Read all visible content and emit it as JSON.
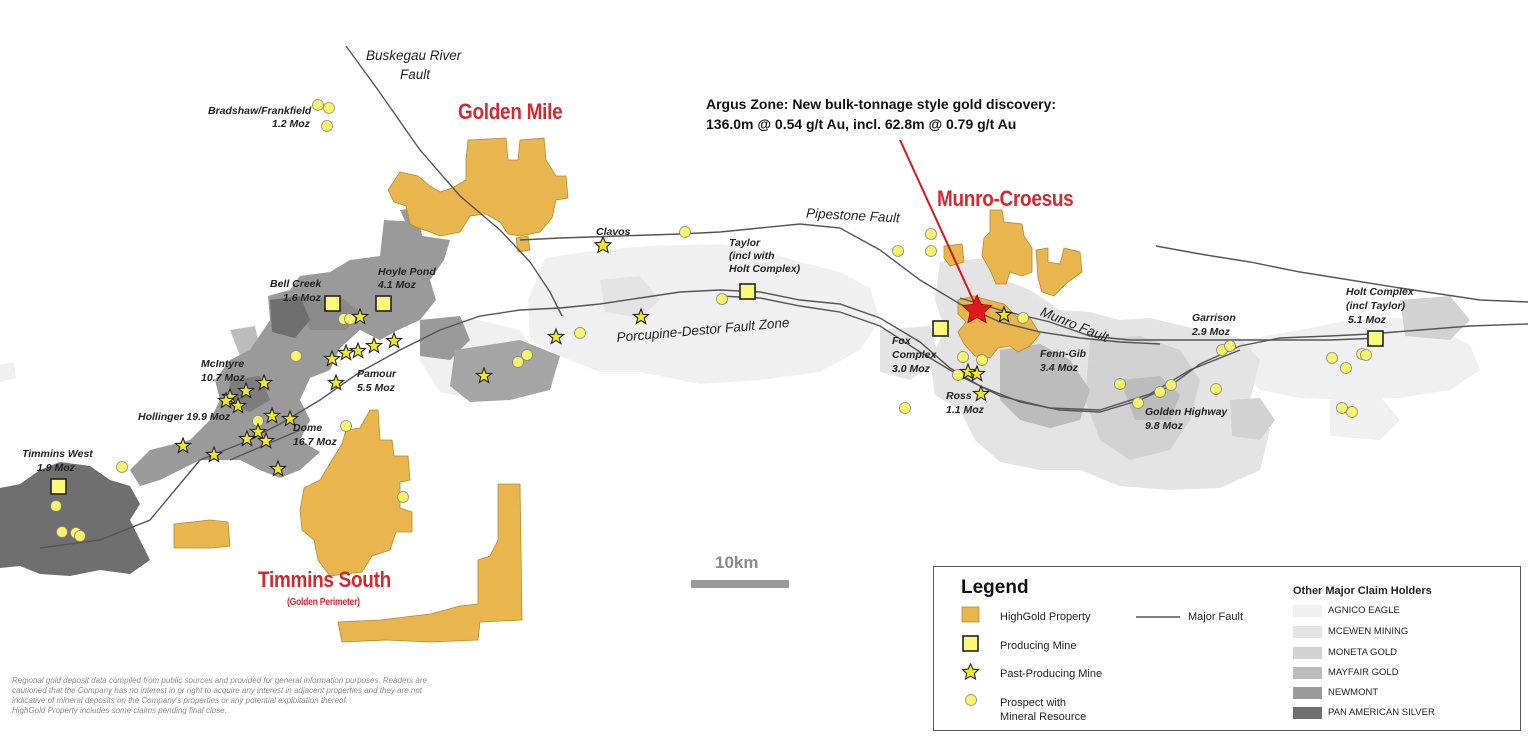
{
  "colors": {
    "highgold": "#e8b54f",
    "highgold_stroke": "#b98a2a",
    "producing_fill": "#fdf77a",
    "prospect_fill": "#f9f26b",
    "star_fill": "#f3ea1e",
    "discovery_star": "#e0181e",
    "region_text": "#d6282f",
    "fault": "#555555",
    "agnico_eagle": "#f0f0f0",
    "mcewen_mining": "#e4e4e4",
    "moneta_gold": "#d2d2d2",
    "mayfair_gold": "#bcbcbc",
    "newmont": "#9a9a9a",
    "pan_american_silver": "#6f6f6f"
  },
  "regions": {
    "golden_mile": "Golden Mile",
    "munro_croesus": "Munro-Croesus",
    "timmins_south": "Timmins South",
    "timmins_south_sub": "(Golden Perimeter)"
  },
  "callout": {
    "line1": "Argus Zone: New bulk-tonnage style gold discovery:",
    "line2": "136.0m @ 0.54 g/t Au, incl. 62.8m @ 0.79 g/t Au"
  },
  "faults": {
    "buskegau_1": "Buskegau River",
    "buskegau_2": "Fault",
    "pipestone": "Pipestone Fault",
    "munro": "Munro Fault",
    "porcupine": "Porcupine-Destor Fault Zone"
  },
  "deposits": {
    "bradshaw_name": "Bradshaw/Frankfield",
    "bradshaw_moz": "1.2 Moz",
    "clavos": "Clavos",
    "taylor_1": "Taylor",
    "taylor_2": "(incl with",
    "taylor_3": "Holt Complex)",
    "bell_creek_name": "Bell Creek",
    "bell_creek_moz": "1.6 Moz",
    "hoyle_pond_name": "Hoyle Pond",
    "hoyle_pond_moz": "4.1 Moz",
    "mcintyre_name": "McIntyre",
    "mcintyre_moz": "10.7 Moz",
    "pamour_name": "Pamour",
    "pamour_moz": "5.5 Moz",
    "hollinger": "Hollinger 19.9 Moz",
    "dome_name": "Dome",
    "dome_moz": "16.7 Moz",
    "timmins_west_name": "Timmins West",
    "timmins_west_moz": "1.9 Moz",
    "fox_1": "Fox",
    "fox_2": "Complex",
    "fox_moz": "3.0 Moz",
    "ross_name": "Ross",
    "ross_moz": "1.1 Moz",
    "fenn_gib_name": "Fenn-Gib",
    "fenn_gib_moz": "3.4 Moz",
    "garrison_name": "Garrison",
    "garrison_moz": "2.9 Moz",
    "golden_highway_name": "Golden Highway",
    "golden_highway_moz": "9.8 Moz",
    "holt_1": "Holt Complex",
    "holt_2": "(incl Taylor)",
    "holt_moz": "5.1 Moz"
  },
  "scale_bar": "10km",
  "disclaimer": {
    "line1": "Regional gold deposit data compiled from public sources and provided for general information purposes. Readers are",
    "line2": "cautioned that the Company has no interest in or right to acquire any interest in adjacent properties and they are not",
    "line3": "indicative of mineral deposits on the Company's properties or any potential exploitation thereof.",
    "line4": "HighGold Property includes some claims pending final close."
  },
  "legend": {
    "title": "Legend",
    "highgold_property": "HighGold Property",
    "producing_mine": "Producing Mine",
    "past_producing_mine": "Past-Producing Mine",
    "prospect_1": "Prospect with",
    "prospect_2": "Mineral Resource",
    "major_fault": "Major Fault",
    "others_title": "Other Major Claim Holders",
    "holders": [
      "AGNICO EAGLE",
      "MCEWEN MINING",
      "MONETA GOLD",
      "MAYFAIR GOLD",
      "NEWMONT",
      "PAN AMERICAN SILVER"
    ]
  }
}
